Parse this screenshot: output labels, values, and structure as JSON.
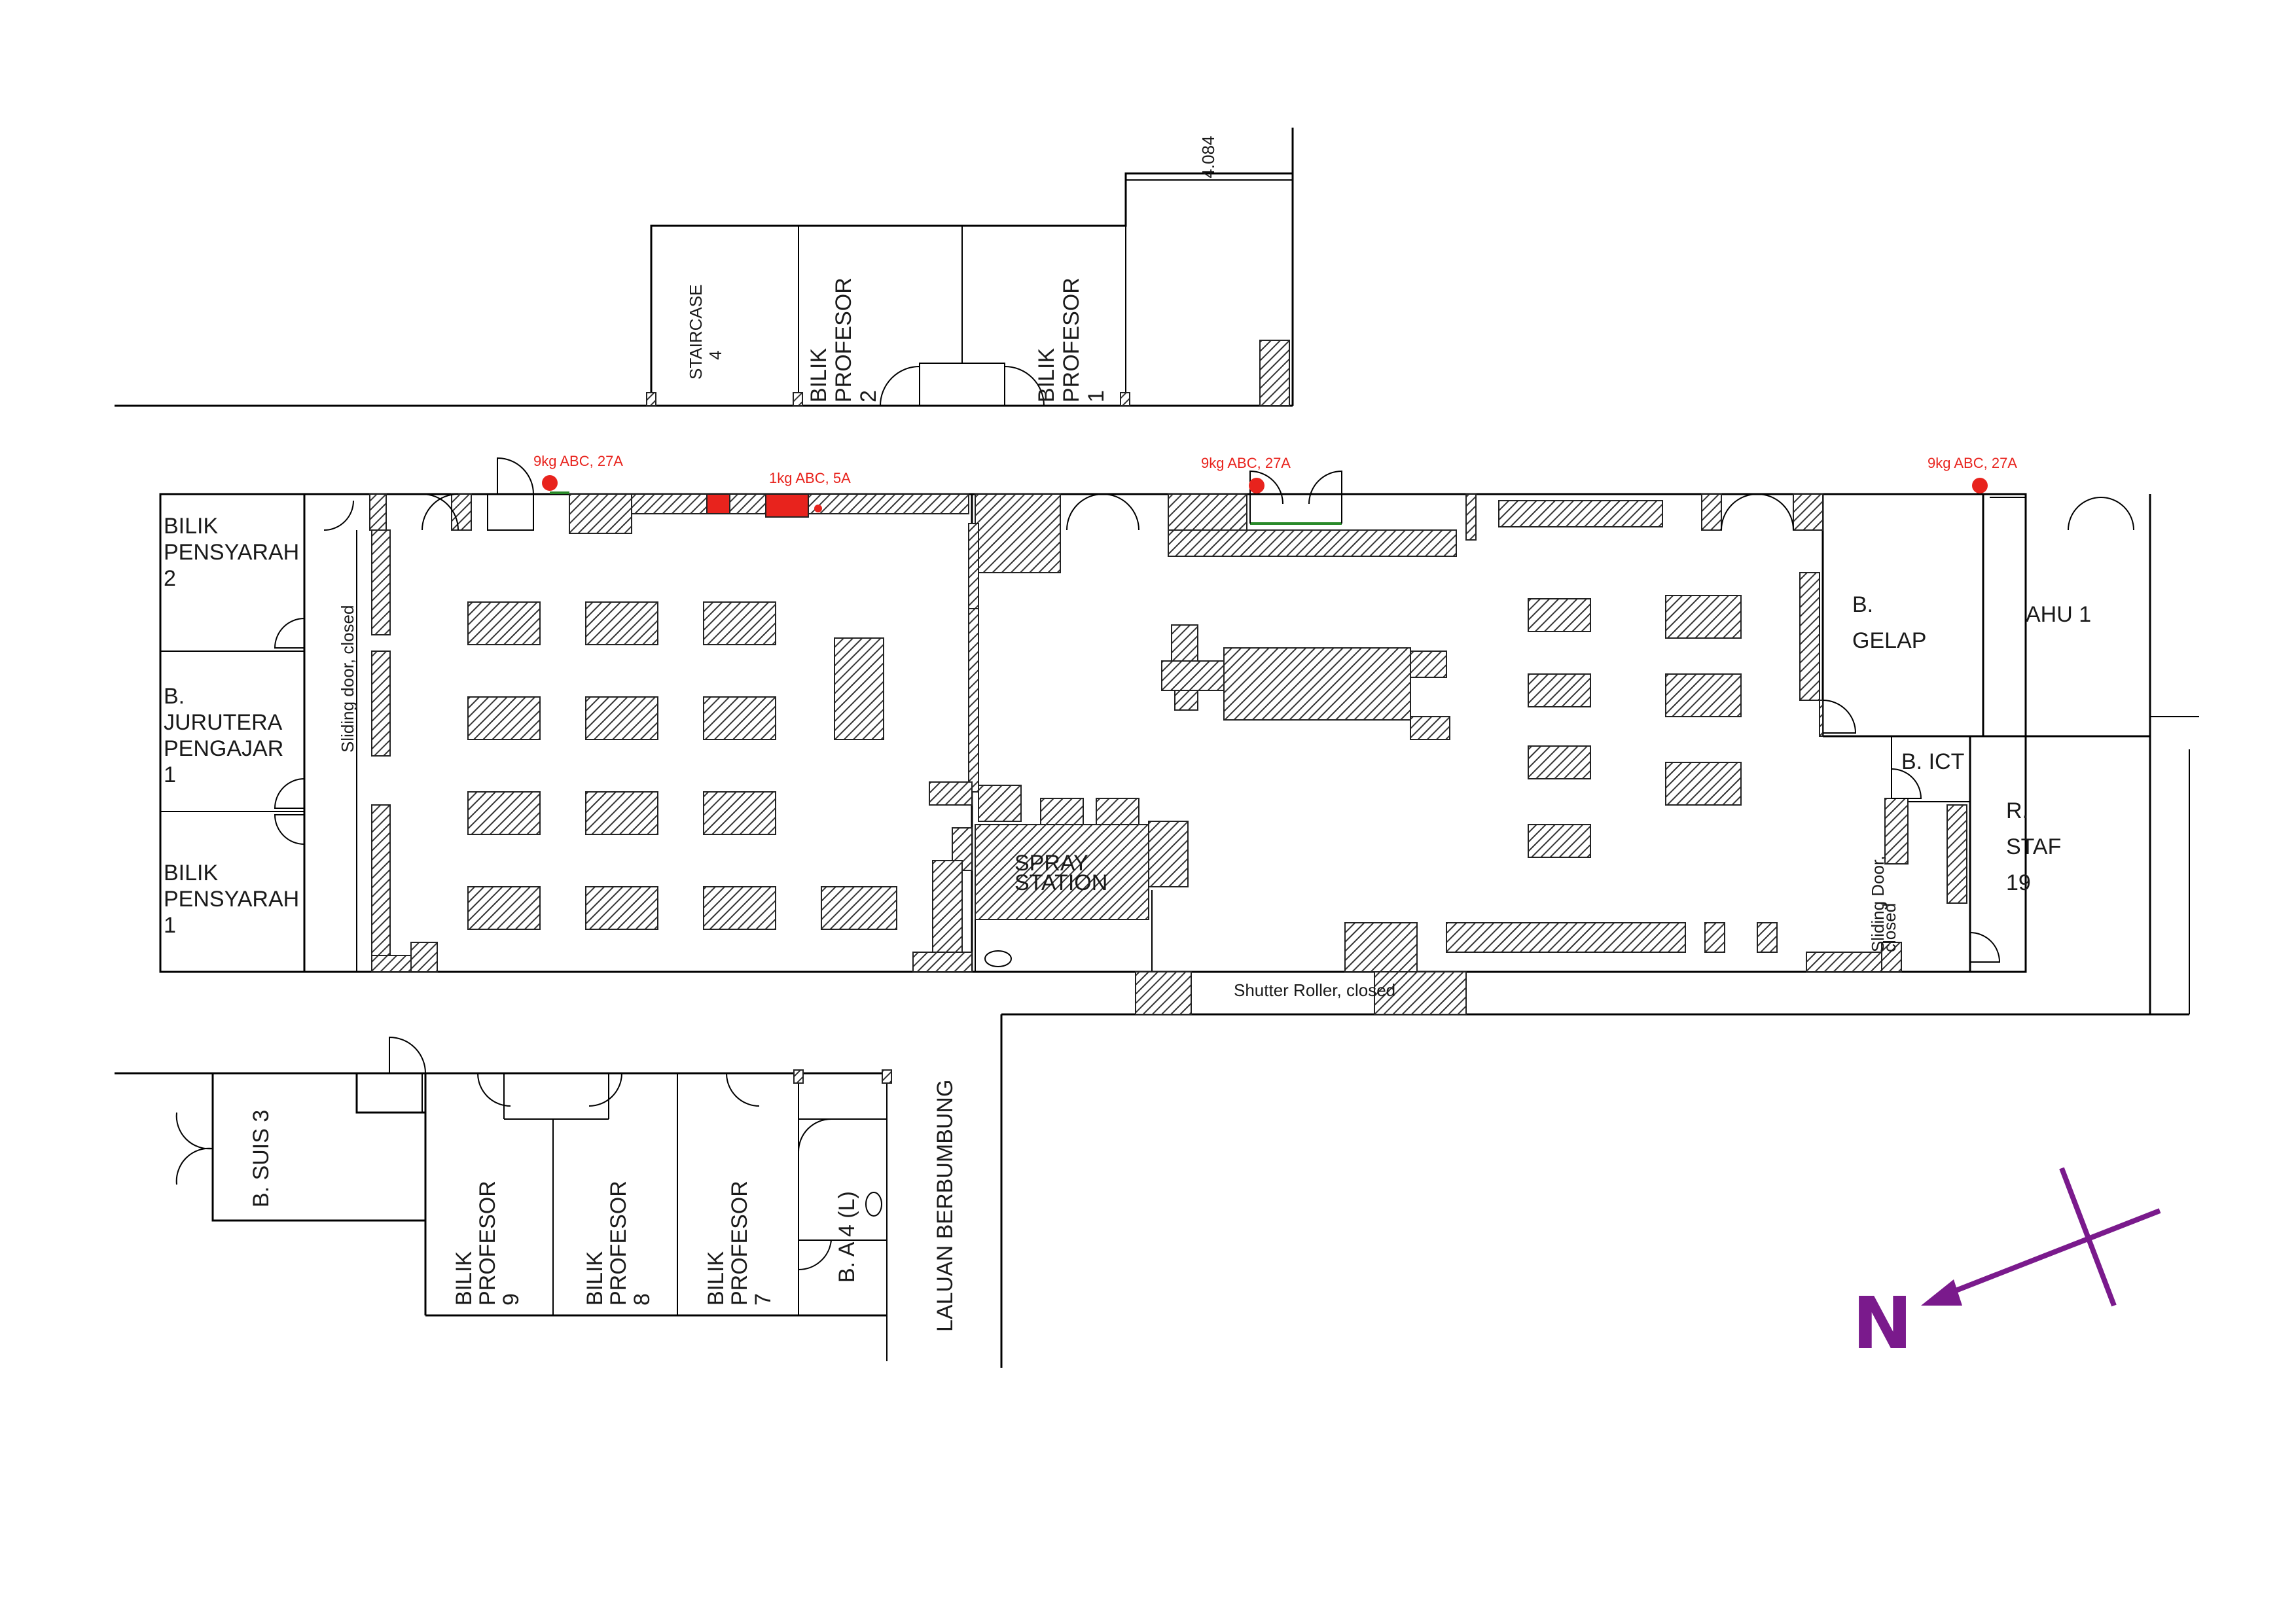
{
  "dimension": {
    "value": "4.084"
  },
  "colors": {
    "extinguisher": "#e8231d",
    "compass": "#7a1a8c"
  },
  "rooms": {
    "staircase": {
      "name": "STAIRCASE",
      "num": "4"
    },
    "bilik_profesor_2": {
      "l1": "BILIK",
      "l2": "PROFESOR",
      "l3": "2"
    },
    "bilik_profesor_1": {
      "l1": "BILIK",
      "l2": "PROFESOR",
      "l3": "1"
    },
    "bilik_pensyarah_2": {
      "l1": "BILIK",
      "l2": "PENSYARAH",
      "l3": "2"
    },
    "b_jurutera": {
      "l1": "B.",
      "l2": "JURUTERA",
      "l3": "PENGAJAR",
      "l4": "1"
    },
    "bilik_pensyarah_1": {
      "l1": "BILIK",
      "l2": "PENSYARAH",
      "l3": "1"
    },
    "b_gelap": {
      "l1": "B.",
      "l2": "GELAP"
    },
    "ahu": {
      "name": "AHU 1"
    },
    "b_ict": {
      "name": "B. ICT"
    },
    "r_staf": {
      "l1": "R.",
      "l2": "STAF",
      "l3": "19"
    },
    "spray": {
      "l1": "SPRAY",
      "l2": "STATION"
    },
    "b_suis": {
      "name": "B. SUIS 3"
    },
    "bilik_profesor_9": {
      "l1": "BILIK",
      "l2": "PROFESOR",
      "l3": "9"
    },
    "bilik_profesor_8": {
      "l1": "BILIK",
      "l2": "PROFESOR",
      "l3": "8"
    },
    "bilik_profesor_7": {
      "l1": "BILIK",
      "l2": "PROFESOR",
      "l3": "7"
    },
    "b_a4": {
      "name": "B. A 4 (L)"
    },
    "laluan": {
      "name": "LALUAN BERBUMBUNG"
    }
  },
  "notes": {
    "sliding_door_left": "Sliding door, closed",
    "sliding_door_right_1": "Sliding Door,",
    "sliding_door_right_2": "closed",
    "shutter": "Shutter Roller, closed"
  },
  "extinguishers": [
    {
      "label": "9kg ABC, 27A"
    },
    {
      "label": "1kg ABC, 5A"
    },
    {
      "label": "9kg ABC, 27A"
    },
    {
      "label": "9kg ABC, 27A"
    }
  ],
  "compass": {
    "label": "N"
  }
}
